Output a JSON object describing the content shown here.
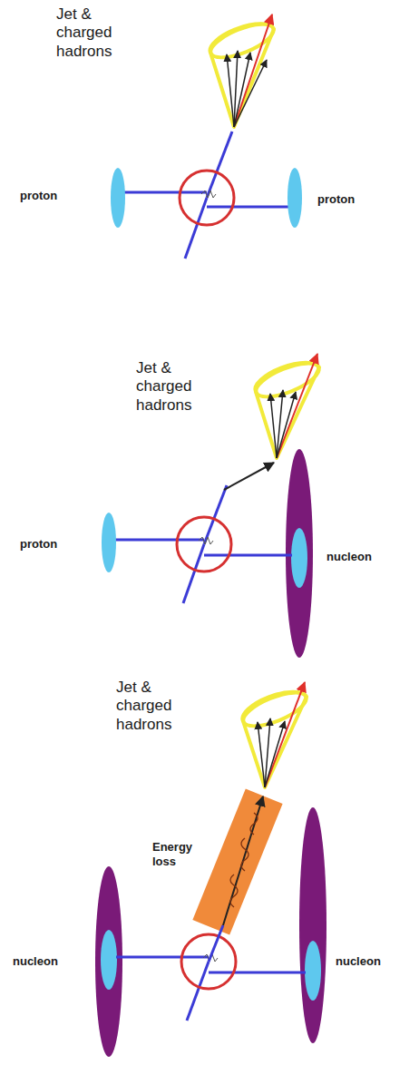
{
  "diagram": {
    "labels": [
      "Jet & charged hadrons",
      "proton",
      "proton",
      "Jet & charged hadrons",
      "proton",
      "nucleon",
      "Jet & charged hadrons",
      "Energy loss",
      "nucleon",
      "nucleon"
    ]
  }
}
